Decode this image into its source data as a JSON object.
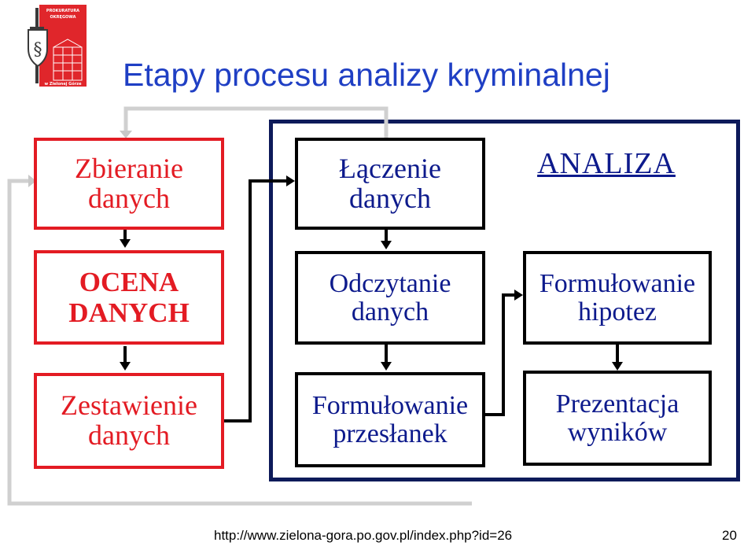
{
  "logo": {
    "top_text_1": "PROKURATURA",
    "top_text_2": "OKRĘGOWA",
    "bottom_text": "w Zielonej Górze"
  },
  "slide": {
    "title": "Etapy procesu analizy kryminalnej",
    "analiza_label": "ANALIZA",
    "footer_url": "http://www.zielona-gora.po.gov.pl/index.php?id=26",
    "page_number": "20"
  },
  "boxes": {
    "zbieranie": [
      "Zbieranie",
      "danych"
    ],
    "ocena": [
      "OCENA",
      "DANYCH"
    ],
    "zestawienie": [
      "Zestawienie",
      "danych"
    ],
    "laczenie": [
      "Łączenie",
      "danych"
    ],
    "odczytanie": [
      "Odczytanie",
      "danych"
    ],
    "przeslanki": [
      "Formułowanie",
      "przesłanek"
    ],
    "hipotezy": [
      "Formułowanie",
      "hipotez"
    ],
    "prezentacja": [
      "Prezentacja",
      "wyników"
    ]
  },
  "colors": {
    "red": "#e31b23",
    "navy_text": "#0d1a8c",
    "frame": "#0d1a5a",
    "title": "#1f3fc4",
    "feedback_line": "#d0d0d0"
  }
}
